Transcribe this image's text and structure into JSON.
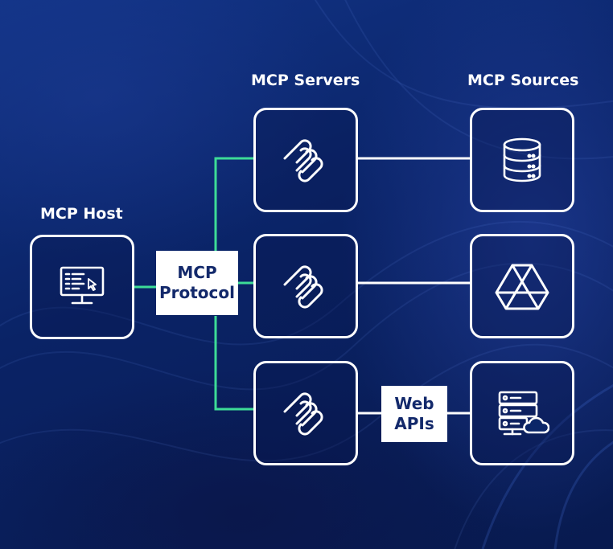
{
  "headings": {
    "host": "MCP Host",
    "servers": "MCP Servers",
    "sources": "MCP Sources"
  },
  "protocol_label": {
    "line1": "MCP",
    "line2": "Protocol"
  },
  "web_apis_label": {
    "line1": "Web",
    "line2": "APIs"
  },
  "nodes": {
    "host": {
      "icon": "computer-monitor-icon"
    },
    "servers": [
      {
        "icon": "mcp-logo-icon"
      },
      {
        "icon": "mcp-logo-icon"
      },
      {
        "icon": "mcp-logo-icon"
      }
    ],
    "sources": [
      {
        "icon": "database-icon"
      },
      {
        "icon": "google-drive-icon"
      },
      {
        "icon": "server-cloud-icon"
      }
    ]
  },
  "colors": {
    "background": "#0b2668",
    "connector_protocol": "#3ddc97",
    "connector_source": "#ffffff",
    "label_text": "#13296b"
  }
}
